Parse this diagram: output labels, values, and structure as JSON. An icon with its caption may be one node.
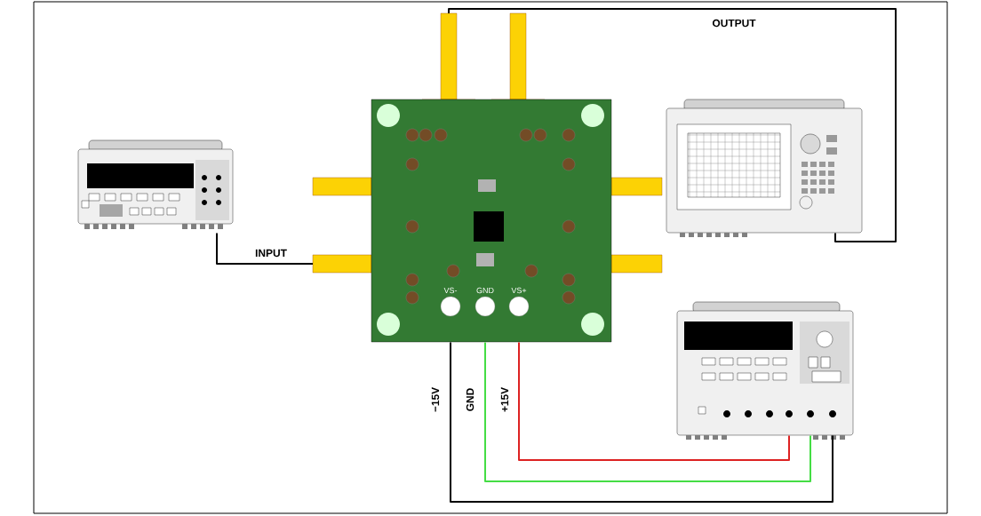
{
  "diagram": {
    "nodes": [
      {
        "text": [],
        "shape": "picture"
      },
      {
        "text": [],
        "shape": "picture"
      },
      {
        "text": [],
        "shape": "picture"
      },
      {
        "text": [],
        "shape": "picture"
      }
    ],
    "edges": [
      {
        "from": 0,
        "to": 1,
        "arrow": "none",
        "label": "INPUT"
      },
      {
        "from": 1,
        "to": 2,
        "arrow": "none",
        "label": "OUTPUT"
      },
      {
        "from": 1,
        "to": 3,
        "arrow": "none",
        "label": "−15V"
      },
      {
        "from": 1,
        "to": 3,
        "arrow": "none",
        "label": "GND",
        "color": "#44dd44"
      },
      {
        "from": 1,
        "to": 3,
        "arrow": "none",
        "label": "+15V",
        "color": "#dd2222"
      }
    ],
    "labels": [
      "VS-",
      "GND",
      "VS+"
    ]
  }
}
